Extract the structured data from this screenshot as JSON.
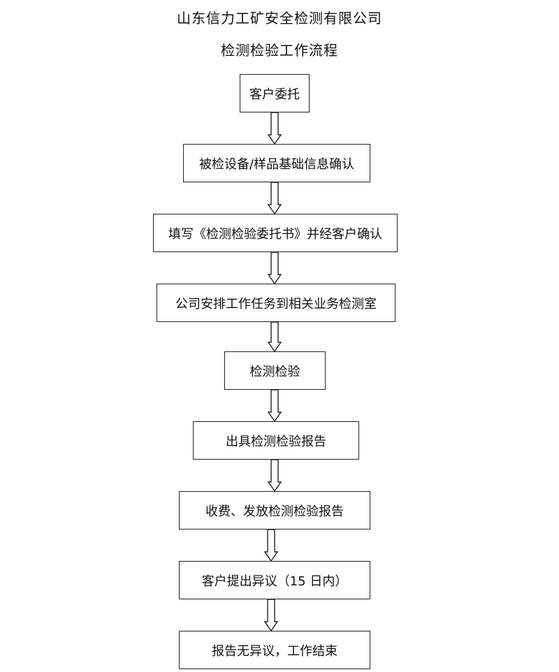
{
  "header": {
    "company": "山东信力工矿安全检测有限公司",
    "flow_title": "检测检验工作流程"
  },
  "steps": [
    "客户委托",
    "被检设备/样品基础信息确认",
    "填写《检测检验委托书》并经客户确认",
    "公司安排工作任务到相关业务检测室",
    "检测检验",
    "出具检测检验报告",
    "收费、发放检测检验报告",
    "客户提出异议（15 日内）",
    "报告无异议，工作结束"
  ]
}
